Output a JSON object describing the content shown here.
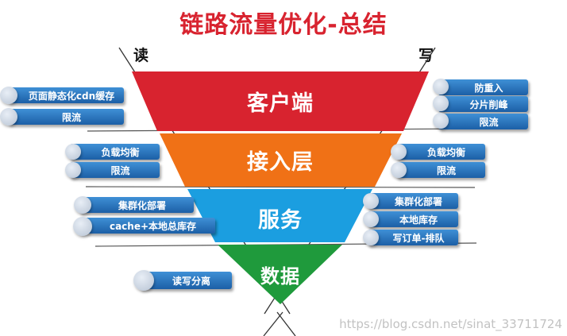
{
  "title": "链路流量优化-总结",
  "read_label": "读",
  "write_label": "写",
  "tiers": [
    {
      "label": "客户端",
      "color": "#d8232f"
    },
    {
      "label": "接入层",
      "color": "#f07116"
    },
    {
      "label": "服务",
      "color": "#1b9ee0"
    },
    {
      "label": "数据",
      "color": "#1f9a3c"
    }
  ],
  "read_items": {
    "client": [
      "页面静态化cdn缓存",
      "限流"
    ],
    "access": [
      "负载均衡",
      "限流"
    ],
    "service": [
      "集群化部署",
      "cache+本地总库存"
    ],
    "data": [
      "读写分离"
    ]
  },
  "write_items": {
    "client": [
      "防重入",
      "分片削峰",
      "限流"
    ],
    "access": [
      "负载均衡",
      "限流"
    ],
    "service": [
      "集群化部署",
      "本地库存",
      "写订单-排队"
    ]
  },
  "watermark": "https://blog.csdn.net/sinat_33711724",
  "colors": {
    "title": "#d8232f",
    "pill": "#2a76c4"
  }
}
